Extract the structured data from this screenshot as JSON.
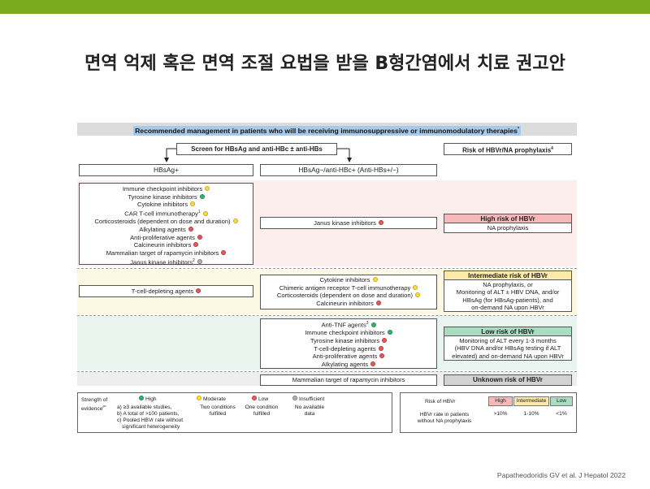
{
  "slide": {
    "title": "면역 억제 혹은 면역 조절 요법을 받을 B형간염에서 치료 권고안",
    "citation": "Papatheodoridis GV et al. J Hepatol 2022"
  },
  "colors": {
    "topbar": "#7aaa1e",
    "high": "#e8585b",
    "moderate": "#f8dd46",
    "low": "#33b36b",
    "insufficient": "#b3b3b3"
  },
  "figure": {
    "header": "Recommended management in patients who will be receiving immunosuppressive or immunomodulatory therapies",
    "header_sup": "*",
    "screen_label": "Screen for HBsAg and anti-HBc ± anti-HBs",
    "risk_header": "Risk of HBVr/NA prophylaxis",
    "risk_header_sup": "4",
    "col_hbsag": "HBsAg+",
    "col_anti_hbc": "HBsAg−/anti-HBc+ (Anti-HBs+/−)",
    "hbsag_high": [
      {
        "text": "Immune checkpoint inhibitors",
        "ev": "y"
      },
      {
        "text": "Tyrosine kinase inhibitors",
        "ev": "g"
      },
      {
        "text": "Cytokine inhibitors",
        "ev": "y"
      },
      {
        "text": "CAR T-cell immunotherapy",
        "sup": "1",
        "ev": "y"
      },
      {
        "text": "Corticosteroids (dependent on dose and duration)",
        "ev": "y"
      },
      {
        "text": "Alkylating agents",
        "ev": "r"
      },
      {
        "text": "Anti-proliferative agents",
        "ev": "r"
      },
      {
        "text": "Calcineurin inhibitors",
        "ev": "r"
      },
      {
        "text": "Mammalian target of rapamycin inhibitors",
        "ev": "r"
      },
      {
        "text": "Janus kinase inhibitors",
        "sup": "2",
        "ev": "s"
      }
    ],
    "hbsag_intermediate": [
      {
        "text": "T-cell-depleting agents",
        "ev": "r"
      }
    ],
    "antihbc_high": [
      {
        "text": "Janus kinase inhibitors",
        "ev": "r"
      }
    ],
    "antihbc_intermediate": [
      {
        "text": "Cytokine inhibitors",
        "ev": "y"
      },
      {
        "text": "Chimeric antigen receptor T-cell immunotherapy",
        "ev": "y"
      },
      {
        "text": "Corticosteroids (dependent on dose and duration)",
        "ev": "y"
      },
      {
        "text": "Calcineurin inhibitors",
        "ev": "r"
      }
    ],
    "antihbc_low": [
      {
        "text": "Anti-TNF agents",
        "sup": "3",
        "ev": "g"
      },
      {
        "text": "Immune checkpoint inhibitors",
        "ev": "g"
      },
      {
        "text": "Tyrosine kinase inhibitors",
        "ev": "r"
      },
      {
        "text": "T-cell-depleting agents",
        "ev": "r"
      },
      {
        "text": "Anti-proliferative agents",
        "ev": "r"
      },
      {
        "text": "Alkylating agents",
        "ev": "r"
      }
    ],
    "antihbc_unknown": [
      {
        "text": "Mammalian target of rapamycin inhibitors"
      }
    ],
    "risk_high": {
      "title": "High risk of HBVr",
      "body": [
        "NA prophylaxis"
      ]
    },
    "risk_intermediate": {
      "title": "Intermediate risk of HBVr",
      "body": [
        "NA prophylaxis, or",
        "Monitoring of ALT ± HBV DNA, and/or",
        "HBsAg (for HBsAg-patients), and",
        "on-demand NA upon HBVr"
      ]
    },
    "risk_low": {
      "title": "Low risk of HBVr",
      "body": [
        "Monitoring of ALT every 1-3 months",
        "(HBV DNA and/or HBsAg testing if ALT",
        "elevated) and on-demand NA upon HBVr"
      ]
    },
    "risk_unknown": {
      "title": "Unknown risk of HBVr"
    },
    "legend": {
      "strength_label_1": "Strength of",
      "strength_label_2": "evidence",
      "strength_sup": "#*",
      "high": "High",
      "high_desc": [
        "a) ≥3 available studies,",
        "b) A total of >100 patients,",
        "c) Pooled HBVr rate without",
        "significant heterogeneity"
      ],
      "moderate": "Moderate",
      "moderate_desc": [
        "Two conditions",
        "fulfilled"
      ],
      "low": "Low",
      "low_desc": [
        "One condition",
        "fulfilled"
      ],
      "insufficient": "Insufficient",
      "insufficient_desc": [
        "No available",
        "data"
      ]
    },
    "rate_table": {
      "risk_label": "Risk of HBVr",
      "rate_label": [
        "HBVr rate in patients",
        "without NA prophylaxis"
      ],
      "high": "High",
      "intermediate": "Intermediate",
      "low": "Low",
      "high_rate": ">10%",
      "intermediate_rate": "1-10%",
      "low_rate": "<1%"
    }
  }
}
